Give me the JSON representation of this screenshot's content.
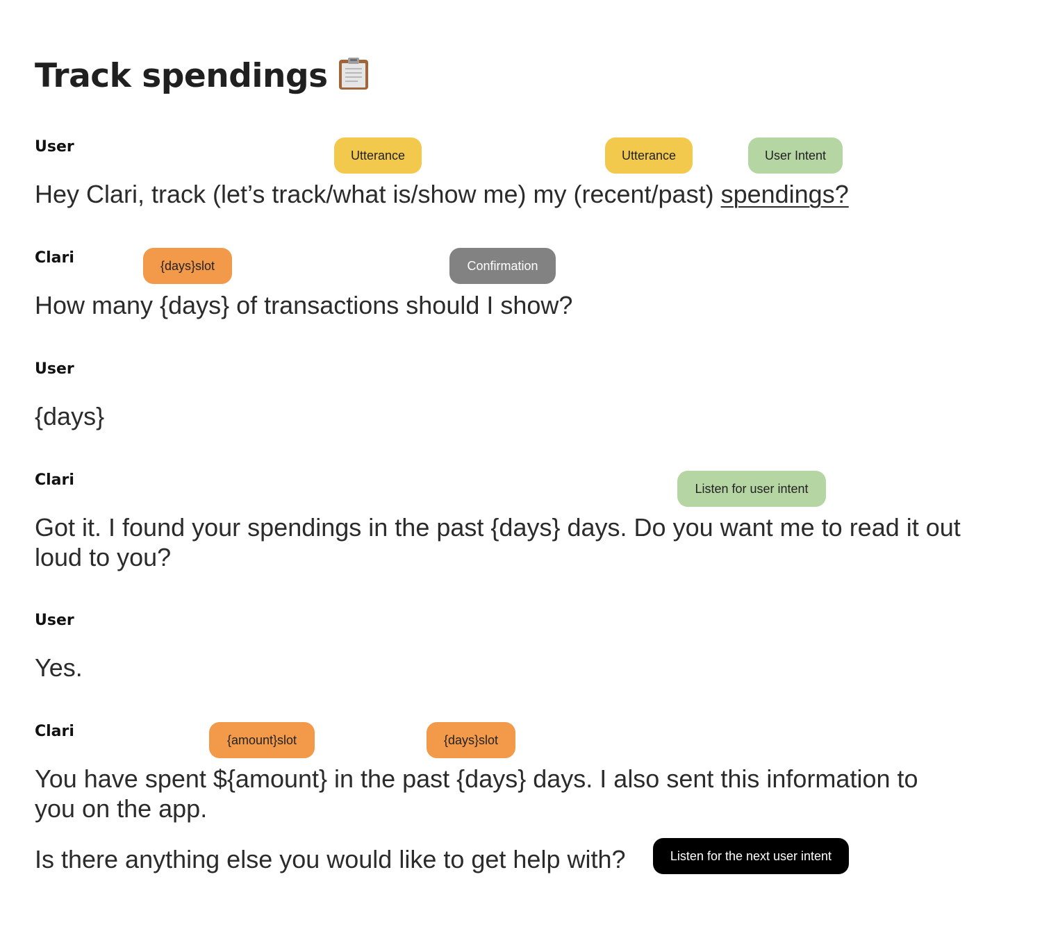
{
  "page": {
    "title": "Track spendings",
    "title_icon": "clipboard-icon"
  },
  "colors": {
    "utterance": "#f2c94c",
    "intent": "#b5d6a3",
    "slot": "#f2994a",
    "confirmation": "#828282",
    "next_intent": "#000000"
  },
  "conversation": [
    {
      "speaker": "User",
      "text_before": "Hey Clari, track (let’s track/what is/show me) my (recent/past) ",
      "text_underlined": "spendings?",
      "tags": [
        "Utterance",
        "Utterance",
        "User Intent"
      ]
    },
    {
      "speaker": "Clari",
      "text": "How many {days} of transactions should I show?",
      "tags": [
        "{days}slot",
        "Confirmation"
      ]
    },
    {
      "speaker": "User",
      "text": "{days}"
    },
    {
      "speaker": "Clari",
      "text": "Got it. I found your spendings in the past {days} days. Do you want me to read it out loud to you?",
      "tags": [
        "Listen for user intent"
      ]
    },
    {
      "speaker": "User",
      "text": "Yes."
    },
    {
      "speaker": "Clari",
      "text": "You have spent ${amount} in the past {days} days. I also sent this information to you on the app.",
      "text_followup": "Is there anything else you would like to get help with?",
      "tags": [
        "{amount}slot",
        "{days}slot",
        "Listen for the next user intent"
      ]
    }
  ]
}
